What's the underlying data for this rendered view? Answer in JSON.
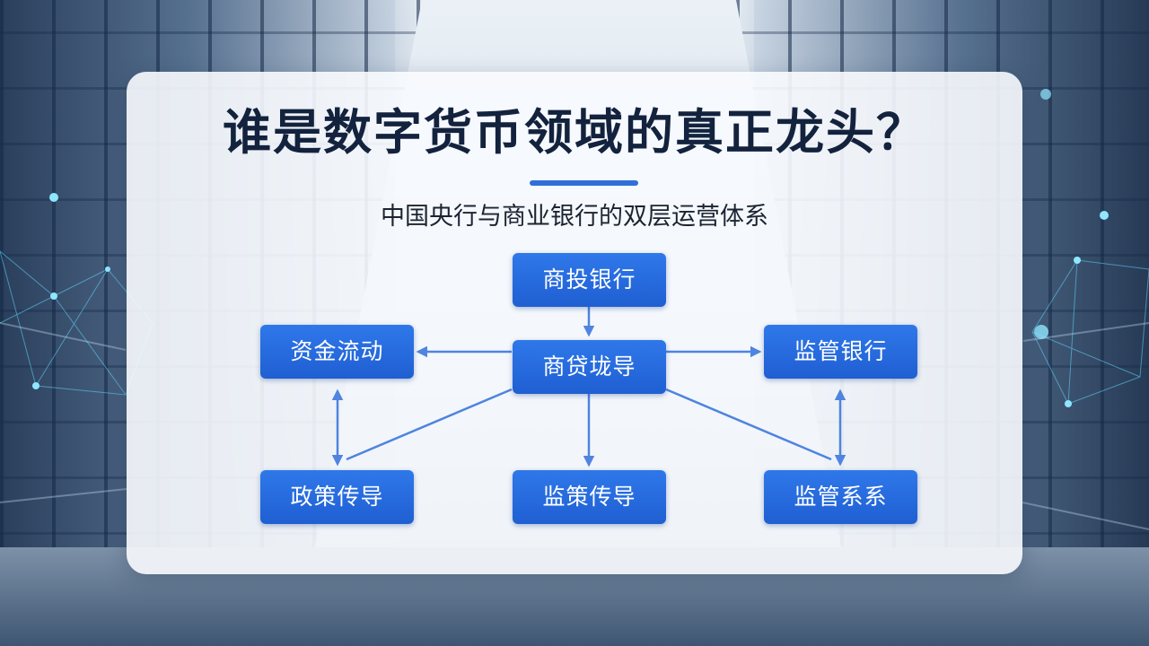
{
  "title": "谁是数字货币领域的真正龙头？",
  "subtitle": "中国央行与商业银行的双层运营体系",
  "nodes": {
    "top": "商投银行",
    "center": "商贷垅导",
    "left": "资金流动",
    "right": "监管银行",
    "bottom_left": "政策传导",
    "bottom_center": "监策传导",
    "bottom_right": "监管系系"
  },
  "colors": {
    "node": "#2f78ea",
    "title": "#13223d",
    "accent": "#2f6fd8",
    "connector": "#4f84e0"
  }
}
